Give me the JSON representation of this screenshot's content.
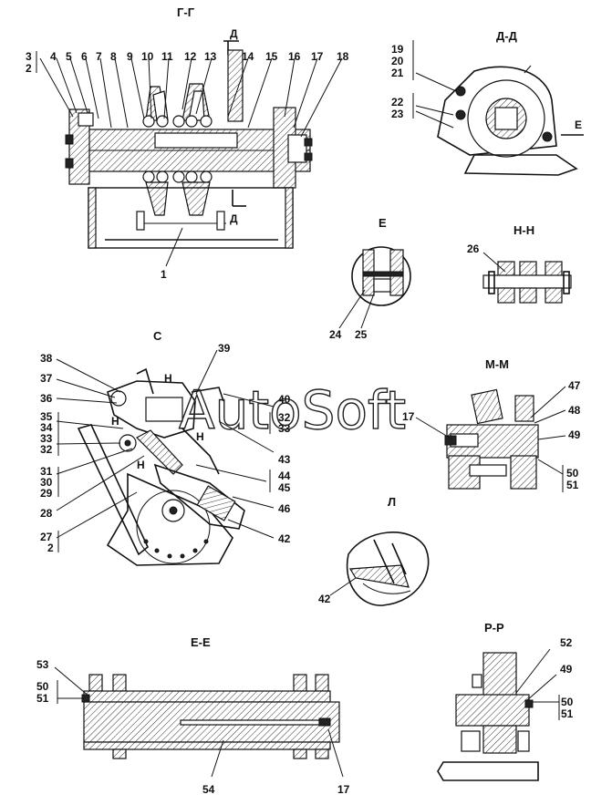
{
  "watermark": "AutoSoft",
  "sections": {
    "g_g": "Г-Г",
    "d_d": "Д-Д",
    "e_detail": "Е",
    "n_n": "Н-Н",
    "c_view": "С",
    "m_m": "М-М",
    "l_detail": "Л",
    "ee": "Е-Е",
    "p_p": "Р-Р"
  },
  "cut_marks": {
    "d_top": "Д",
    "d_bottom": "Д",
    "e_mark": "Е",
    "n1": "Н",
    "n2": "Н",
    "n3": "Н",
    "n4": "Н"
  },
  "callouts": {
    "gg": [
      "3",
      "2",
      "4",
      "5",
      "6",
      "7",
      "8",
      "9",
      "10",
      "11",
      "12",
      "13",
      "14",
      "15",
      "16",
      "17",
      "18",
      "1"
    ],
    "dd": [
      "19",
      "20",
      "21",
      "22",
      "23"
    ],
    "e": [
      "24",
      "25"
    ],
    "nn": [
      "26"
    ],
    "c": [
      "38",
      "39",
      "37",
      "36",
      "35",
      "34",
      "33",
      "32",
      "31",
      "30",
      "29",
      "28",
      "27",
      "2",
      "40",
      "32",
      "33",
      "43",
      "44",
      "45",
      "46",
      "42"
    ],
    "mm": [
      "47",
      "17",
      "48",
      "49",
      "50",
      "51"
    ],
    "l": [
      "42"
    ],
    "ee": [
      "53",
      "50",
      "51",
      "54",
      "17"
    ],
    "pp": [
      "52",
      "49",
      "50",
      "51"
    ]
  }
}
